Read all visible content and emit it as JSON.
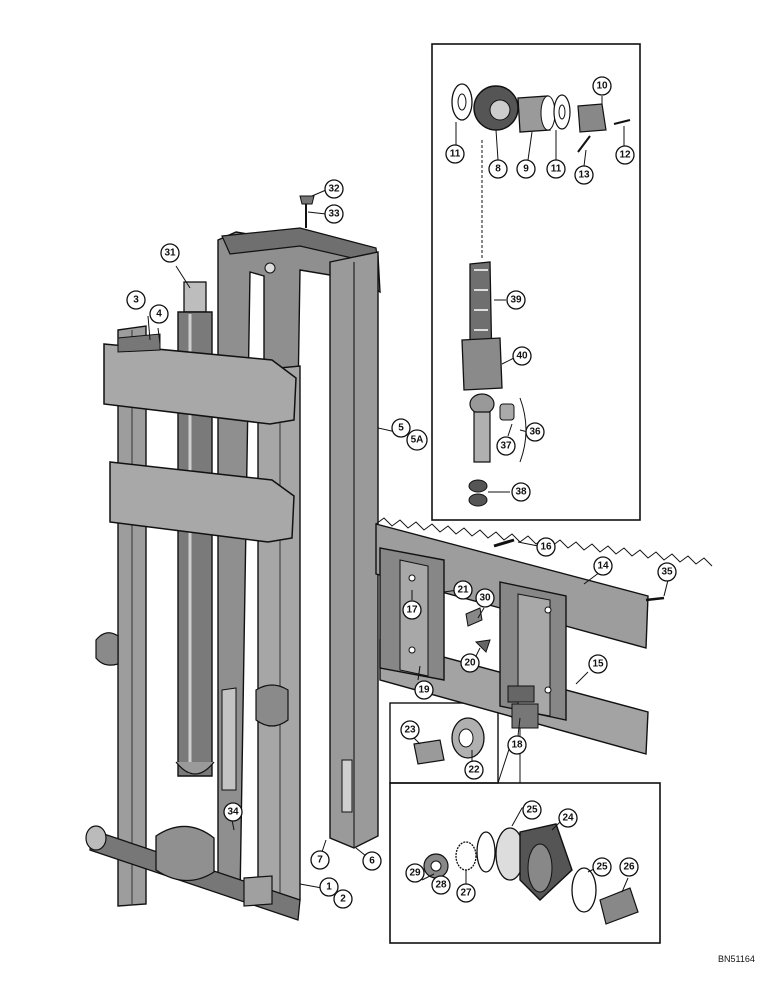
{
  "figure": {
    "reference_number": "BN51164",
    "callouts": [
      "1",
      "2",
      "3",
      "4",
      "5",
      "5A",
      "6",
      "7",
      "8",
      "9",
      "10",
      "11",
      "11",
      "12",
      "13",
      "14",
      "15",
      "16",
      "17",
      "18",
      "19",
      "20",
      "21",
      "22",
      "23",
      "24",
      "25",
      "25",
      "25",
      "26",
      "27",
      "28",
      "29",
      "30",
      "31",
      "32",
      "33",
      "34",
      "35",
      "36",
      "37",
      "38",
      "39",
      "40"
    ]
  }
}
